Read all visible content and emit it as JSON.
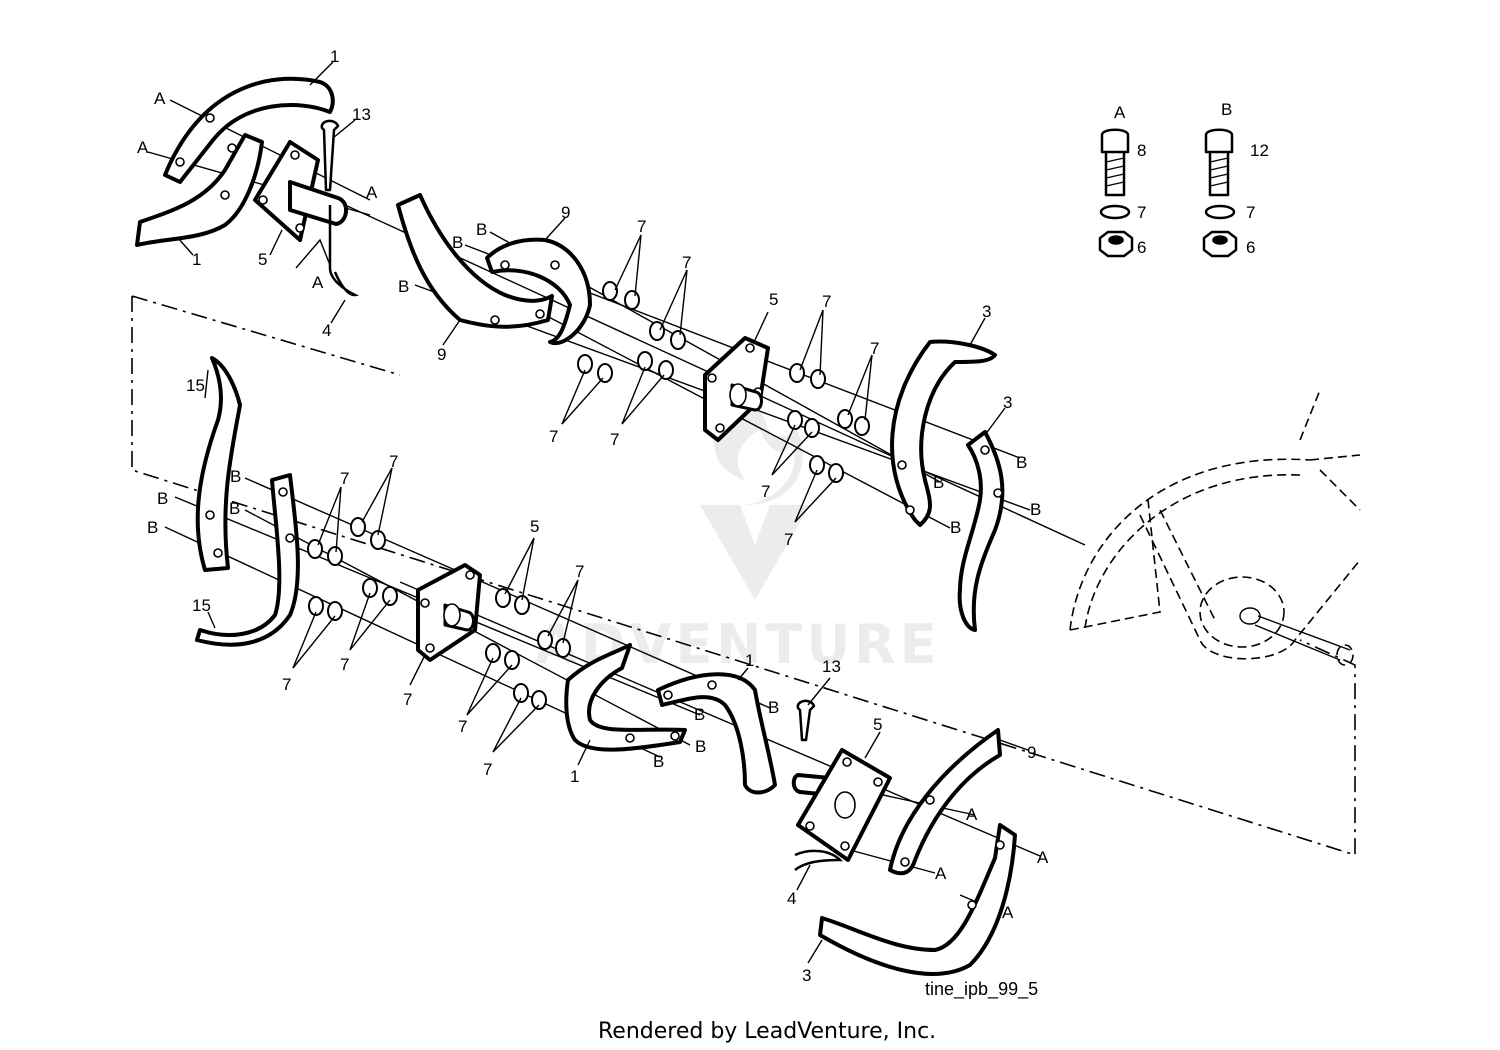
{
  "diagram": {
    "figure_id": "tine_ipb_99_5",
    "credit": "Rendered by LeadVenture, Inc.",
    "watermark": "ADVENTURE",
    "callouts": [
      {
        "id": "c1",
        "text": "1"
      },
      {
        "id": "c2",
        "text": "1"
      },
      {
        "id": "c3",
        "text": "13"
      },
      {
        "id": "c4",
        "text": "5"
      },
      {
        "id": "c5",
        "text": "4"
      },
      {
        "id": "c6",
        "text": "9"
      },
      {
        "id": "c7",
        "text": "9"
      },
      {
        "id": "c8",
        "text": "7"
      },
      {
        "id": "c9",
        "text": "7"
      },
      {
        "id": "c10",
        "text": "5"
      },
      {
        "id": "c11",
        "text": "7"
      },
      {
        "id": "c12",
        "text": "7"
      },
      {
        "id": "c13",
        "text": "3"
      },
      {
        "id": "c14",
        "text": "3"
      },
      {
        "id": "c15",
        "text": "7"
      },
      {
        "id": "c16",
        "text": "7"
      },
      {
        "id": "c17",
        "text": "7"
      },
      {
        "id": "c18",
        "text": "7"
      },
      {
        "id": "c19",
        "text": "15"
      },
      {
        "id": "c20",
        "text": "15"
      },
      {
        "id": "c21",
        "text": "7"
      },
      {
        "id": "c22",
        "text": "7"
      },
      {
        "id": "c23",
        "text": "7"
      },
      {
        "id": "c24",
        "text": "7"
      },
      {
        "id": "c25",
        "text": "5"
      },
      {
        "id": "c26",
        "text": "7"
      },
      {
        "id": "c27",
        "text": "7"
      },
      {
        "id": "c28",
        "text": "7"
      },
      {
        "id": "c29",
        "text": "7"
      },
      {
        "id": "c30",
        "text": "1"
      },
      {
        "id": "c31",
        "text": "1"
      },
      {
        "id": "c32",
        "text": "13"
      },
      {
        "id": "c33",
        "text": "5"
      },
      {
        "id": "c34",
        "text": "9"
      },
      {
        "id": "c35",
        "text": "4"
      },
      {
        "id": "c36",
        "text": "3"
      }
    ],
    "hardware_legend": [
      {
        "group": "A",
        "bolt": "8",
        "lockwasher": "7",
        "nut": "6"
      },
      {
        "group": "B",
        "bolt": "12",
        "lockwasher": "7",
        "nut": "6"
      }
    ],
    "letters": {
      "A": "A",
      "B": "B"
    }
  }
}
